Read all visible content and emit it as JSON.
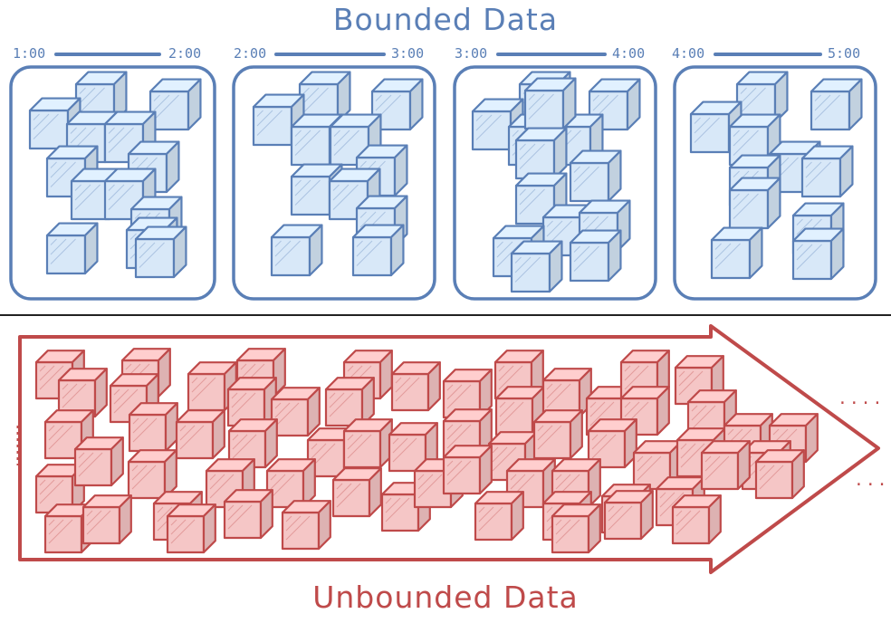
{
  "bounded": {
    "title": "Bounded Data",
    "color": "#5a7fb6",
    "cube_fill": "#d8e8f8",
    "windows": [
      {
        "start": "1:00",
        "end": "2:00"
      },
      {
        "start": "2:00",
        "end": "3:00"
      },
      {
        "start": "3:00",
        "end": "4:00"
      },
      {
        "start": "4:00",
        "end": "5:00"
      }
    ]
  },
  "unbounded": {
    "title": "Unbounded Data",
    "color": "#bf4a4a",
    "cube_fill": "#f5c6c6",
    "continuation": "....",
    "continuation_lower": "...."
  }
}
